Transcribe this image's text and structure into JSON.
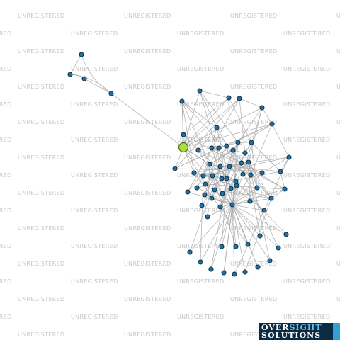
{
  "watermark_text": "UNREGISTERED",
  "logo": {
    "word1": "OVER",
    "word2": "SIGHT",
    "word3": "SOLUTIONS"
  },
  "colors": {
    "background": "#ffffff",
    "edge": "#a8a8a8",
    "node_fill": "#1f6fa3",
    "node_stroke": "#0d2a40",
    "focus_fill": "#a6e03d",
    "focus_stroke": "#4a6a12",
    "watermark": "#c8c8c8",
    "logo_bg": "#0b2a44",
    "logo_accent": "#5fc5ee"
  },
  "network": {
    "focus_node": "F",
    "nodes": [
      "F",
      "A1",
      "A2",
      "A3",
      "A4",
      "H1",
      "H2",
      "N01",
      "N02",
      "N03",
      "N04",
      "N05",
      "N06",
      "N07",
      "N08",
      "N09",
      "N10",
      "N11",
      "N12",
      "N13",
      "N14",
      "N15",
      "N16",
      "N17",
      "N18",
      "N19",
      "N20",
      "N21",
      "N22",
      "N23",
      "N24",
      "N25",
      "N26",
      "N27",
      "N28",
      "N29",
      "N30",
      "N31",
      "N32",
      "N33",
      "N34",
      "N35",
      "N36",
      "N37",
      "N38",
      "N39",
      "N40",
      "N41",
      "N42",
      "N43",
      "N44",
      "N45",
      "N46",
      "N47",
      "N48",
      "N49",
      "N50",
      "N51",
      "N52",
      "N53",
      "N54",
      "N55",
      "N56",
      "N57",
      "N58",
      "N59",
      "N60",
      "N61",
      "N62",
      "N63",
      "N64"
    ],
    "edges": [
      [
        "F",
        "A4"
      ],
      [
        "A4",
        "A3"
      ],
      [
        "A4",
        "A2"
      ],
      [
        "A4",
        "A1"
      ],
      [
        "A3",
        "A2"
      ],
      [
        "A2",
        "A1"
      ],
      [
        "F",
        "H1"
      ],
      [
        "F",
        "H2"
      ],
      [
        "F",
        "N01"
      ],
      [
        "F",
        "N02"
      ],
      [
        "F",
        "N03"
      ],
      [
        "F",
        "N04"
      ],
      [
        "F",
        "N05"
      ],
      [
        "F",
        "N10"
      ],
      [
        "F",
        "N15"
      ],
      [
        "F",
        "N20"
      ],
      [
        "F",
        "N25"
      ],
      [
        "F",
        "N30"
      ],
      [
        "F",
        "N35"
      ],
      [
        "F",
        "N45"
      ],
      [
        "H1",
        "N10"
      ],
      [
        "H1",
        "N12"
      ],
      [
        "H1",
        "N02"
      ],
      [
        "H1",
        "N08"
      ],
      [
        "H2",
        "N05"
      ],
      [
        "H2",
        "N07"
      ],
      [
        "H2",
        "N14"
      ],
      [
        "H2",
        "N03"
      ],
      [
        "N01",
        "N02"
      ],
      [
        "N02",
        "N03"
      ],
      [
        "N03",
        "N04"
      ],
      [
        "N04",
        "N05"
      ],
      [
        "N05",
        "N06"
      ],
      [
        "N06",
        "N07"
      ],
      [
        "N07",
        "N08"
      ],
      [
        "N08",
        "N09"
      ],
      [
        "N09",
        "N10"
      ],
      [
        "N10",
        "N11"
      ],
      [
        "N11",
        "N12"
      ],
      [
        "N12",
        "N13"
      ],
      [
        "N13",
        "N14"
      ],
      [
        "N14",
        "N15"
      ],
      [
        "N15",
        "N16"
      ],
      [
        "N16",
        "N17"
      ],
      [
        "N17",
        "N18"
      ],
      [
        "N18",
        "N19"
      ],
      [
        "N19",
        "N20"
      ],
      [
        "N20",
        "N21"
      ],
      [
        "N21",
        "N22"
      ],
      [
        "N22",
        "N23"
      ],
      [
        "N23",
        "N24"
      ],
      [
        "N24",
        "N25"
      ],
      [
        "N25",
        "N26"
      ],
      [
        "N26",
        "N27"
      ],
      [
        "N27",
        "N28"
      ],
      [
        "N28",
        "N29"
      ],
      [
        "N29",
        "N30"
      ],
      [
        "N01",
        "N16"
      ],
      [
        "N02",
        "N17"
      ],
      [
        "N03",
        "N18"
      ],
      [
        "N04",
        "N19"
      ],
      [
        "N05",
        "N20"
      ],
      [
        "N06",
        "N21"
      ],
      [
        "N07",
        "N22"
      ],
      [
        "N08",
        "N23"
      ],
      [
        "N09",
        "N24"
      ],
      [
        "N10",
        "N25"
      ],
      [
        "N11",
        "N26"
      ],
      [
        "N12",
        "N27"
      ],
      [
        "N13",
        "N28"
      ],
      [
        "N14",
        "N29"
      ],
      [
        "N15",
        "N30"
      ],
      [
        "N01",
        "N11"
      ],
      [
        "N03",
        "N13"
      ],
      [
        "N05",
        "N15"
      ],
      [
        "N07",
        "N17"
      ],
      [
        "N09",
        "N19"
      ],
      [
        "N21",
        "N29"
      ],
      [
        "N23",
        "N27"
      ],
      [
        "N02",
        "N22"
      ],
      [
        "N04",
        "N24"
      ],
      [
        "N06",
        "N26"
      ],
      [
        "N31",
        "N04"
      ],
      [
        "N31",
        "N11"
      ],
      [
        "N32",
        "N05"
      ],
      [
        "N32",
        "N12"
      ],
      [
        "N33",
        "N06"
      ],
      [
        "N33",
        "N13"
      ],
      [
        "N34",
        "N07"
      ],
      [
        "N34",
        "N14"
      ],
      [
        "N35",
        "N08"
      ],
      [
        "N35",
        "N15"
      ],
      [
        "N36",
        "N09"
      ],
      [
        "N36",
        "N16"
      ],
      [
        "N37",
        "N10"
      ],
      [
        "N37",
        "N17"
      ],
      [
        "N38",
        "N11"
      ],
      [
        "N38",
        "N18"
      ],
      [
        "N39",
        "N12"
      ],
      [
        "N39",
        "N19"
      ],
      [
        "N40",
        "N13"
      ],
      [
        "N40",
        "N20"
      ],
      [
        "N41",
        "N14"
      ],
      [
        "N41",
        "N21"
      ],
      [
        "N42",
        "N15"
      ],
      [
        "N42",
        "N22"
      ],
      [
        "N43",
        "N16"
      ],
      [
        "N43",
        "N23"
      ],
      [
        "N44",
        "N17"
      ],
      [
        "N44",
        "N24"
      ],
      [
        "N45",
        "N01"
      ],
      [
        "N45",
        "N08"
      ],
      [
        "N45",
        "N16"
      ],
      [
        "N45",
        "N23"
      ],
      [
        "N45",
        "N30"
      ],
      [
        "N45",
        "N31"
      ],
      [
        "N45",
        "N32"
      ],
      [
        "N45",
        "N33"
      ],
      [
        "N45",
        "N34"
      ],
      [
        "N45",
        "N35"
      ],
      [
        "N45",
        "N36"
      ],
      [
        "N45",
        "N37"
      ],
      [
        "N45",
        "N38"
      ],
      [
        "N45",
        "N39"
      ],
      [
        "N45",
        "N40"
      ],
      [
        "N45",
        "N41"
      ],
      [
        "N45",
        "N42"
      ],
      [
        "N45",
        "N43"
      ],
      [
        "N45",
        "N44"
      ],
      [
        "N45",
        "N46"
      ],
      [
        "N45",
        "N47"
      ],
      [
        "N45",
        "N48"
      ],
      [
        "N45",
        "N49"
      ],
      [
        "N45",
        "N50"
      ],
      [
        "N45",
        "N51"
      ],
      [
        "N45",
        "N52"
      ],
      [
        "N45",
        "N53"
      ],
      [
        "N45",
        "N54"
      ],
      [
        "N45",
        "N55"
      ],
      [
        "N45",
        "N56"
      ],
      [
        "N45",
        "N57"
      ],
      [
        "N45",
        "N58"
      ],
      [
        "N45",
        "N59"
      ],
      [
        "N45",
        "N60"
      ],
      [
        "N45",
        "N61"
      ],
      [
        "N45",
        "N62"
      ],
      [
        "N45",
        "N63"
      ],
      [
        "N45",
        "N64"
      ],
      [
        "N46",
        "N20"
      ],
      [
        "N47",
        "N22"
      ],
      [
        "N48",
        "N24"
      ],
      [
        "N49",
        "N26"
      ],
      [
        "N50",
        "N28"
      ],
      [
        "N51",
        "N30"
      ],
      [
        "N52",
        "N18"
      ],
      [
        "N53",
        "N25"
      ],
      [
        "N54",
        "N27"
      ],
      [
        "N55",
        "N29"
      ],
      [
        "N56",
        "N21"
      ],
      [
        "N57",
        "N19"
      ],
      [
        "N58",
        "N24"
      ],
      [
        "N59",
        "N28"
      ],
      [
        "N60",
        "N26"
      ],
      [
        "N61",
        "N22"
      ],
      [
        "N62",
        "N30"
      ],
      [
        "N63",
        "N06"
      ],
      [
        "N64",
        "N09"
      ]
    ]
  }
}
